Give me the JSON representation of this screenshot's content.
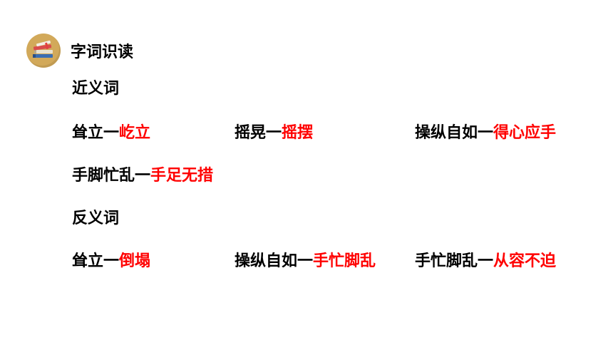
{
  "header": {
    "title": "字词识读"
  },
  "synonyms": {
    "label": "近义词",
    "pairs": [
      {
        "word": "耸立",
        "dash": "一",
        "answer": "屹立"
      },
      {
        "word": "摇晃",
        "dash": "一",
        "answer": "摇摆"
      },
      {
        "word": "操纵自如",
        "dash": "一",
        "answer": "得心应手"
      },
      {
        "word": "手脚忙乱",
        "dash": "一",
        "answer": "手足无措"
      }
    ]
  },
  "antonyms": {
    "label": "反义词",
    "pairs": [
      {
        "word": "耸立",
        "dash": "一",
        "answer": "倒塌"
      },
      {
        "word": "操纵自如",
        "dash": "一",
        "answer": "手忙脚乱"
      },
      {
        "word": "手忙脚乱",
        "dash": "一",
        "answer": "从容不迫"
      }
    ]
  },
  "colors": {
    "answer": "#ff0000",
    "logo": "#d2a95a"
  },
  "icons": {
    "logo": "books-icon"
  }
}
